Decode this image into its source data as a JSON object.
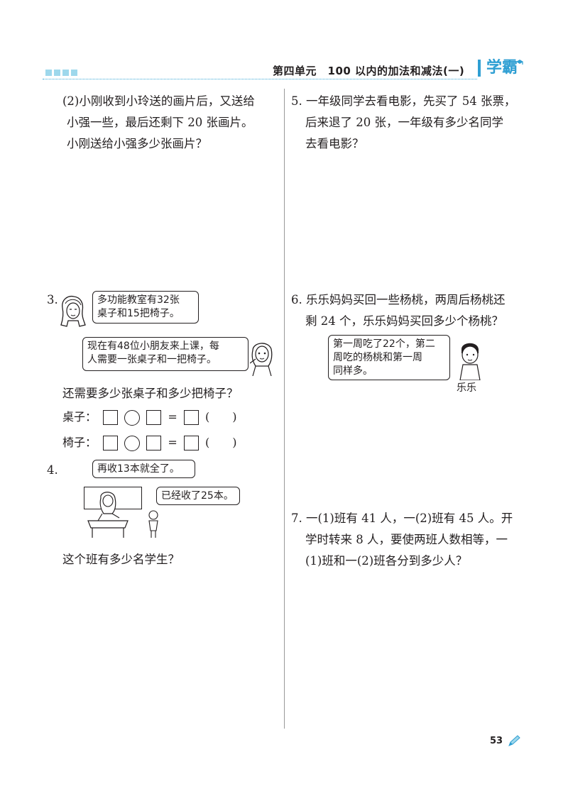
{
  "header": {
    "title": "第四单元　100 以内的加法和减法(一)",
    "brand": "学霸"
  },
  "left": {
    "q2": {
      "line1": "(2)小刚收到小玲送的画片后，又送给",
      "line2": "小强一些，最后还剩下 20 张画片。",
      "line3": "小刚送给小强多少张画片？"
    },
    "q3": {
      "number": "3.",
      "bubble1_line1": "多功能教室有32张",
      "bubble1_line2": "桌子和15把椅子。",
      "bubble2_line1": "现在有48位小朋友来上课，每",
      "bubble2_line2": "人需要一张桌子和一把椅子。",
      "question": "还需要多少张桌子和多少把椅子？",
      "row1_label": "桌子：",
      "row2_label": "椅子：",
      "equals": "=",
      "paren": "(　　)"
    },
    "q4": {
      "number": "4.",
      "bubble1": "再收13本就全了。",
      "bubble2": "已经收了25本。",
      "question": "这个班有多少名学生？"
    }
  },
  "right": {
    "q5": {
      "line1": "5. 一年级同学去看电影，先买了 54 张票，",
      "line2": "后来退了 20 张，一年级有多少名同学",
      "line3": "去看电影？"
    },
    "q6": {
      "line1": "6. 乐乐妈妈买回一些杨桃，两周后杨桃还",
      "line2": "剩 24 个，乐乐妈妈买回多少个杨桃？",
      "bubble_line1": "第一周吃了22个，第二",
      "bubble_line2": "周吃的杨桃和第一周",
      "bubble_line3": "同样多。",
      "name": "乐乐"
    },
    "q7": {
      "line1": "7. 一(1)班有 41 人，一(2)班有 45 人。开",
      "line2": "学时转来 8 人，要使两班人数相等，一",
      "line3": "(1)班和一(2)班各分到多少人？"
    }
  },
  "footer": {
    "page_number": "53"
  },
  "colors": {
    "accent": "#2f9fd3",
    "light_accent": "#9ed8ec",
    "text": "#231f20"
  }
}
